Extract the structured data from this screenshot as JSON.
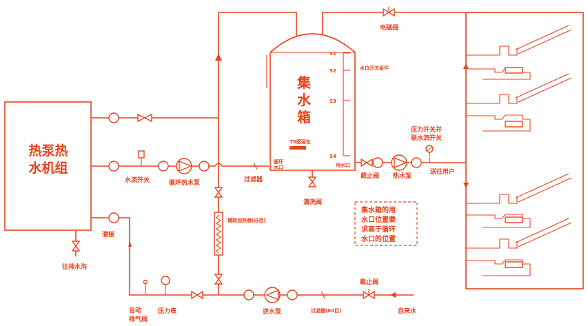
{
  "labels": {
    "heat_pump_line1": "热泵热",
    "heat_pump_line2": "水机组",
    "tank_ch1": "集",
    "tank_ch2": "水",
    "tank_ch3": "箱",
    "s1": "S1",
    "s2": "S2",
    "s3": "S3",
    "s4": "S4",
    "water_level_switch": "水位开关组件",
    "t5": "T5感温包",
    "circ_return_1": "循环",
    "circ_return_2": "水口",
    "user_outlet": "用水口",
    "solenoid_valve": "电磁阀",
    "flow_switch": "水流开关",
    "circ_pump": "循环热水泵",
    "filter_top": "过滤器",
    "clean_valve": "清洗阀",
    "stop_valve_right": "截止阀",
    "hot_pump": "热水泵",
    "pressure_switch_1": "压力开关并",
    "pressure_switch_2": "联水流开关",
    "to_user": "送往用户",
    "aux_heater": "辅助加热器(自选)",
    "water_intake": "清接",
    "drain": "往排水沟",
    "auto_vent_1": "自动",
    "auto_vent_2": "排气阀",
    "pressure_gauge": "压力表",
    "reverse_pump": "逆水泵",
    "filter_bottom": "过滤器(60目)",
    "stop_valve_bottom": "截止阀",
    "tap_water": "自来水",
    "note_1": "集水箱的用",
    "note_2": "水口位置要",
    "note_3": "求高于循环",
    "note_4": "水口的位置"
  },
  "colors": {
    "line": "#e8421c",
    "heater_bar": "#e8421c"
  }
}
